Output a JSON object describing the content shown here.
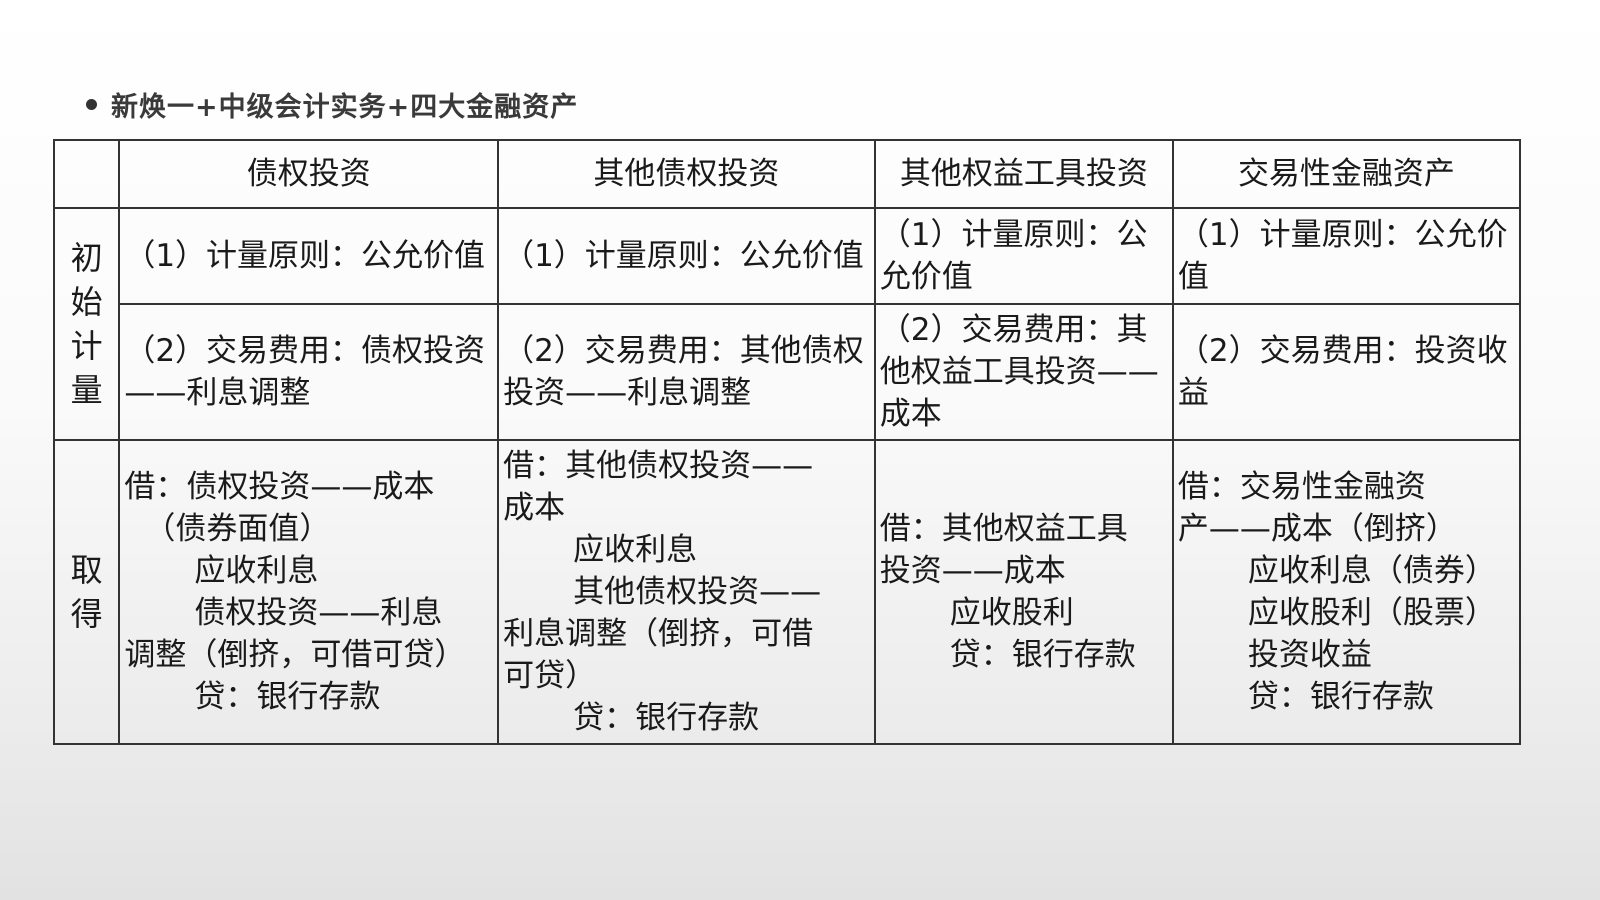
{
  "heading": "新焕一+中级会计实务+四大金融资产",
  "table": {
    "columns": [
      "债权投资",
      "其他债权投资",
      "其他权益工具投资",
      "交易性金融资产"
    ],
    "row_label_initial": "初始计量",
    "row_label_acquire": "取得",
    "r1": [
      "（1）计量原则：公允价值",
      "（1）计量原则：公允价值",
      "（1）计量原则：公允价值",
      "（1）计量原则：公允价值"
    ],
    "r2": [
      "（2）交易费用：债权投资——利息调整",
      "（2）交易费用：其他债权投资——利息调整",
      "（2）交易费用：其他权益工具投资——成本",
      "（2）交易费用：投资收益"
    ],
    "r3": {
      "c1": [
        "借：债权投资——成本",
        "（债券面值）",
        "应收利息",
        "债权投资——利息",
        "调整（倒挤，可借可贷）",
        "贷：银行存款"
      ],
      "c2": [
        "借：其他债权投资——",
        "成本",
        "应收利息",
        "其他债权投资——",
        "利息调整（倒挤，可借",
        "可贷）",
        "贷：银行存款"
      ],
      "c3": [
        "借：其他权益工具",
        "投资——成本",
        "应收股利",
        "贷：银行存款"
      ],
      "c4": [
        "借：交易性金融资",
        "产——成本（倒挤）",
        "应收利息（债券）",
        "应收股利（股票）",
        "投资收益",
        "贷：银行存款"
      ]
    }
  }
}
